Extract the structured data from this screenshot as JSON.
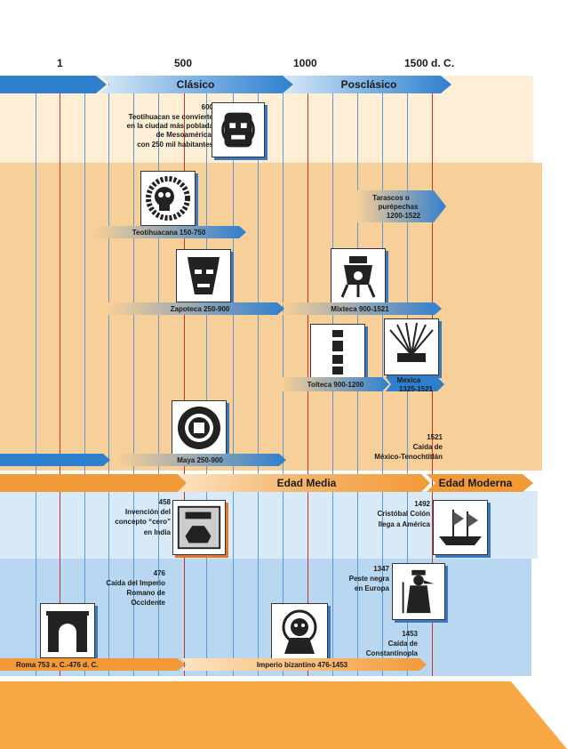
{
  "colors": {
    "orange_band": "#f7cf98",
    "pale_band": "#fdeed6",
    "blue_band": "#b9d7f0",
    "pale_blue_band": "#d8e9f7",
    "arrow_blue": "#2f7fcf",
    "arrow_orange": "#f29a38",
    "line_red": "#c8302a",
    "line_blue": "#5a9bd6"
  },
  "axis": {
    "years": [
      "1",
      "500",
      "1000",
      "1500 d. C."
    ]
  },
  "periods": {
    "classic": "Clásico",
    "postclassic": "Posclásico"
  },
  "mesoamerica": {
    "teotihuacan_event": {
      "year": "600",
      "text": [
        "Teotihuacan se convierte",
        "en la ciudad más poblada",
        "de Mesoamérica,",
        "con 250 mil habitantes"
      ]
    },
    "teotihuacana": "Teotihuacana 150-750",
    "tarascos": [
      "Tarascos o",
      "purépechas",
      "1200-1522"
    ],
    "zapoteca": "Zapoteca 250-900",
    "mixteca": "Mixteca 900-1521",
    "tolteca": "Tolteca 900-1200",
    "mexica": [
      "Mexica",
      "1325-1521"
    ],
    "maya": "Maya 250-900",
    "tenochtitlan_event": {
      "year": "1521",
      "text": [
        "Caída de",
        "México-Tenochtitlán"
      ]
    }
  },
  "europe": {
    "edad_media": "Edad Media",
    "edad_moderna": "Edad Moderna",
    "cero_event": {
      "year": "458",
      "text": [
        "Invención del",
        "concepto “cero”",
        "en India"
      ]
    },
    "colon_event": {
      "year": "1492",
      "text": [
        "Cristóbal Colón",
        "llega a América"
      ]
    },
    "roma_event": {
      "year": "476",
      "text": [
        "Caída del Imperio",
        "Romano de",
        "Occidente"
      ]
    },
    "peste_event": {
      "year": "1347",
      "text": [
        "Peste negra",
        "en Europa"
      ]
    },
    "constantinopla_event": {
      "year": "1453",
      "text": [
        "Caída de",
        "Constantinopla"
      ]
    },
    "roma": "Roma 753 a. C.-476 d. C.",
    "bizantino": "Imperio bizantino 476-1453"
  }
}
